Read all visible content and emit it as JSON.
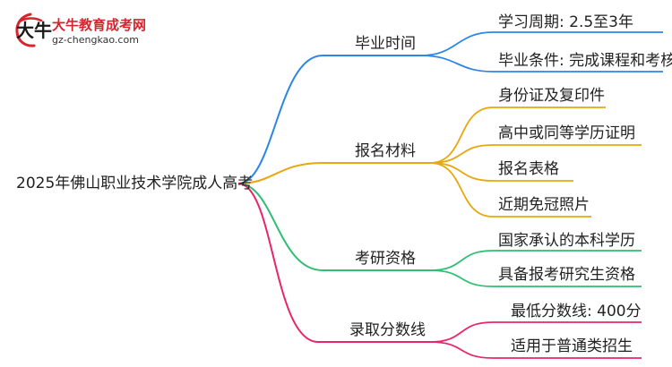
{
  "logo": {
    "glyph": "大牛",
    "title": "大牛教育成考网",
    "url": "gz-chengkao.com"
  },
  "root": "2025年佛山职业技术学院成人高考",
  "colors": {
    "blue": "#2b86e8",
    "orange": "#e8a70f",
    "green": "#2dbf72",
    "pink": "#e8256b",
    "logo_red": "#d9232d"
  },
  "branches": [
    {
      "label": "毕业时间",
      "color": "#2b86e8",
      "leaves": [
        "学习周期: 2.5至3年",
        "毕业条件: 完成课程和考核"
      ]
    },
    {
      "label": "报名材料",
      "color": "#e8a70f",
      "leaves": [
        "身份证及复印件",
        "高中或同等学历证明",
        "报名表格",
        "近期免冠照片"
      ]
    },
    {
      "label": "考研资格",
      "color": "#2dbf72",
      "leaves": [
        "国家承认的本科学历",
        "具备报考研究生资格"
      ]
    },
    {
      "label": "录取分数线",
      "color": "#e8256b",
      "leaves": [
        "最低分数线: 400分",
        "适用于普通类招生"
      ]
    }
  ]
}
